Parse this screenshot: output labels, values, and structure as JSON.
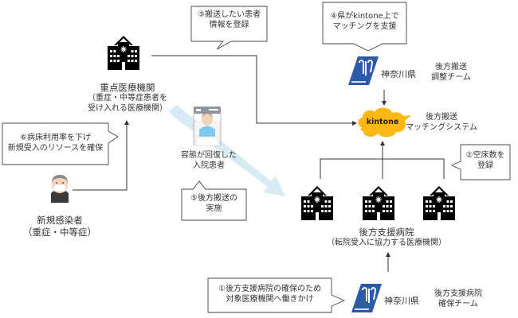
{
  "callouts": {
    "c1": "①後方支援病院の確保のため\n対象医療機関へ働きかけ",
    "c2": "②空床数を\n登録",
    "c3": "③搬送したい患者\n情報を登録",
    "c4": "④県がkintone上で\nマッチングを支援",
    "c5": "⑤後方搬送の\n実施",
    "c6": "⑥病床利用率を下げ\n新規受入のリソースを確保"
  },
  "nodes": {
    "priority_hospital": {
      "title": "重点医療機関",
      "subtitle": "（重症・中等症患者を\n受け入れる医療機関）"
    },
    "new_patient": {
      "title": "新規感染者",
      "subtitle": "（重症・中等症）"
    },
    "recovered_patient": {
      "label": "容態が回復した\n入院患者"
    },
    "support_hospitals": {
      "title": "後方支援病院",
      "subtitle": "（転院受入に協力する医療機関）"
    },
    "kintone": {
      "logo_text": "kintone",
      "label": "後方搬送\nマッチングシステム"
    },
    "pref_coordination": {
      "pref_name": "神奈川県",
      "team": "後方搬送\n調整チーム"
    },
    "pref_securing": {
      "pref_name": "神奈川県",
      "team": "後方支援病院\n確保チーム"
    }
  },
  "colors": {
    "kintone_cloud": "#FDB813",
    "pref_logo": "#2B5BA8",
    "flow_arrow": "#D6EBF3",
    "line": "#333333"
  }
}
